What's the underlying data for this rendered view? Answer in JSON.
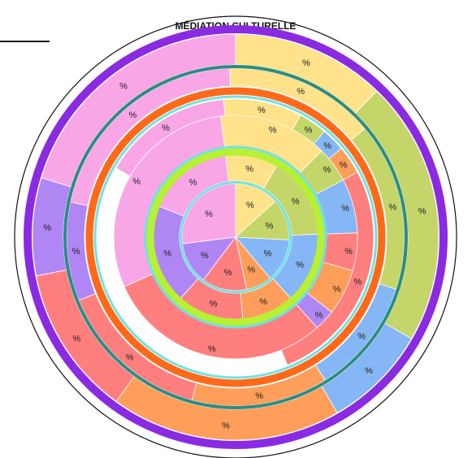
{
  "title": "MÉDIATION CULTURELLE",
  "segment_label": "%",
  "palette": {
    "yellow": "#FFE28A",
    "green": "#C4D56A",
    "blue": "#85B6F5",
    "orange": "#FF9E5A",
    "red": "#FF7F7F",
    "purple": "#B086F5",
    "pink": "#F9A6E6",
    "lime": "#B8F034",
    "cyan": "#6FE3E3",
    "accent_orange": "#FF6A1A",
    "accent_purple": "#8A2BE2",
    "teal": "#2B8C84"
  },
  "rings": [
    {
      "name": "ring-1-center",
      "segments": [
        {
          "color": "yellow",
          "label": "%"
        },
        {
          "color": "green",
          "label": "%"
        },
        {
          "color": "blue",
          "label": "%"
        },
        {
          "color": "orange",
          "label": "%"
        },
        {
          "color": "red",
          "label": "%"
        },
        {
          "color": "purple",
          "label": "%"
        },
        {
          "color": "pink",
          "label": "%"
        }
      ]
    },
    {
      "name": "ring-2",
      "segments": [
        {
          "color": "yellow",
          "label": "%"
        },
        {
          "color": "green",
          "label": "%"
        },
        {
          "color": "blue",
          "label": "%"
        },
        {
          "color": "orange",
          "label": "%"
        },
        {
          "color": "red",
          "label": "%"
        },
        {
          "color": "purple",
          "label": "%"
        },
        {
          "color": "pink",
          "label": "%"
        }
      ]
    },
    {
      "name": "ring-3",
      "segments": [
        {
          "color": "yellow",
          "label": "%"
        },
        {
          "color": "green",
          "label": "%"
        },
        {
          "color": "blue",
          "label": "%"
        },
        {
          "color": "red",
          "label": "%"
        },
        {
          "color": "orange",
          "label": "%"
        },
        {
          "color": "purple",
          "label": "%"
        },
        {
          "color": "red",
          "label": "%"
        },
        {
          "color": "pink",
          "label": "%"
        }
      ]
    },
    {
      "name": "ring-4",
      "segments": [
        {
          "color": "yellow",
          "label": "%"
        },
        {
          "color": "green",
          "label": "%"
        },
        {
          "color": "blue",
          "label": "%"
        },
        {
          "color": "orange",
          "label": "%"
        },
        {
          "color": "red",
          "label": "%"
        },
        {
          "color": "blank",
          "label": ""
        },
        {
          "color": "pink",
          "label": "%"
        }
      ]
    },
    {
      "name": "ring-5",
      "segments": [
        {
          "color": "yellow",
          "label": "%"
        },
        {
          "color": "green",
          "label": "%"
        },
        {
          "color": "blue",
          "label": "%"
        },
        {
          "color": "orange",
          "label": "%"
        },
        {
          "color": "red",
          "label": "%"
        },
        {
          "color": "purple",
          "label": "%"
        },
        {
          "color": "pink",
          "label": "%"
        }
      ]
    },
    {
      "name": "ring-6-outer",
      "segments": [
        {
          "color": "yellow",
          "label": "%"
        },
        {
          "color": "green",
          "label": "%"
        },
        {
          "color": "blue",
          "label": "%"
        },
        {
          "color": "orange",
          "label": "%"
        },
        {
          "color": "red",
          "label": "%"
        },
        {
          "color": "purple",
          "label": "%"
        },
        {
          "color": "pink",
          "label": "%"
        }
      ]
    }
  ]
}
